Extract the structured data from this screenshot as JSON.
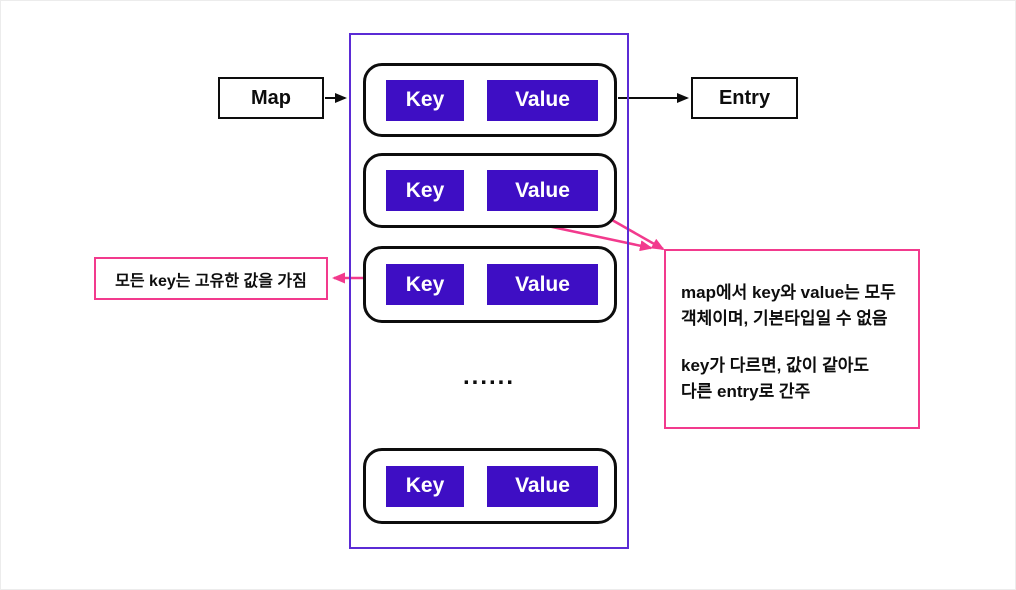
{
  "colors": {
    "entry_fill": "#3E0EC4",
    "bucket_border": "#5B2BD5",
    "pink_accent": "#F23A8D",
    "line_black": "#0d0d0d"
  },
  "map_node": {
    "label": "Map"
  },
  "entry_node": {
    "label": "Entry"
  },
  "bucket": {
    "entries": [
      {
        "key_label": "Key",
        "value_label": "Value"
      },
      {
        "key_label": "Key",
        "value_label": "Value"
      },
      {
        "key_label": "Key",
        "value_label": "Value"
      },
      {
        "key_label": "Key",
        "value_label": "Value"
      }
    ],
    "ellipsis": "......"
  },
  "annotations": {
    "key_unique_note": "모든 key는 고유한 값을 가짐",
    "type_note": {
      "paragraph1": [
        "map에서 key와 value는 모두",
        "객체이며, 기본타입일 수 없음"
      ],
      "paragraph2": [
        "key가 다르면, 값이 같아도",
        "다른 entry로 간주"
      ]
    }
  }
}
